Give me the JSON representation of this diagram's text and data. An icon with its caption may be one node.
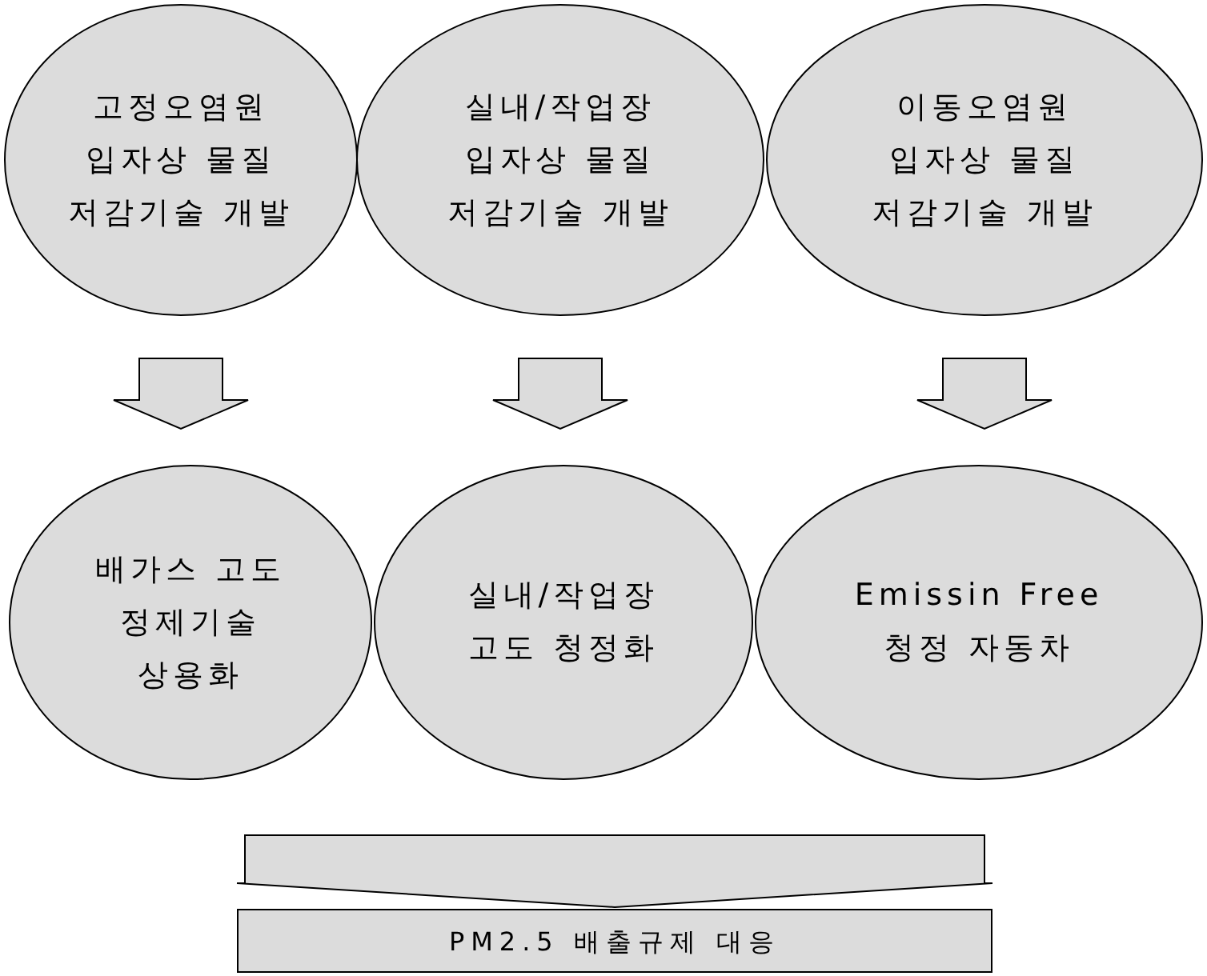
{
  "diagram": {
    "nodes": [
      {
        "text": [
          "고정오염원 입자상 물질 저감기술 개발"
        ]
      },
      {
        "text": [
          "실내/작업장 입자상 물질 저감기술 개발"
        ]
      },
      {
        "text": [
          "이동오염원 입자상 물질 저감기술 개발"
        ]
      },
      {
        "text": [
          "배가스 고도 정제기술 상용화"
        ]
      },
      {
        "text": [
          "실내/작업장 고도 청정화"
        ]
      },
      {
        "text": [
          "Emissin Free 청정 자동차"
        ]
      },
      {
        "text": [
          "PM2.5 배출규제 대응"
        ]
      }
    ],
    "edges": [
      {
        "from": 0,
        "to": 3,
        "arrow": "to"
      },
      {
        "from": 1,
        "to": 4,
        "arrow": "to"
      },
      {
        "from": 2,
        "to": 5,
        "arrow": "to"
      },
      {
        "from": 3,
        "to": 6,
        "arrow": "to"
      },
      {
        "from": 4,
        "to": 6,
        "arrow": "to"
      },
      {
        "from": 5,
        "to": 6,
        "arrow": "to"
      }
    ]
  }
}
